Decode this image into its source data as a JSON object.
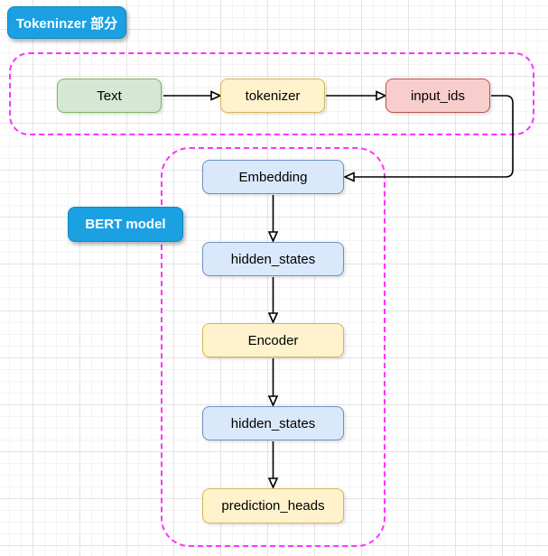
{
  "diagram": {
    "section_labels": {
      "tokenizer": {
        "label": "Tokeninzer 部分",
        "fill": "#1ba1e2",
        "text_color": "#ffffff"
      },
      "bert": {
        "label": "BERT model",
        "fill": "#1ba1e2",
        "text_color": "#ffffff"
      }
    },
    "containers": {
      "border_color": "#ff33ff",
      "style": "dashed"
    },
    "nodes": {
      "text": {
        "label": "Text",
        "fill": "#d5e8d4",
        "stroke": "#82b366"
      },
      "tokenizer": {
        "label": "tokenizer",
        "fill": "#fff2cc",
        "stroke": "#d6b656"
      },
      "input_ids": {
        "label": "input_ids",
        "fill": "#f8cecc",
        "stroke": "#b85450"
      },
      "embedding": {
        "label": "Embedding",
        "fill": "#dae8fc",
        "stroke": "#6c8ebf"
      },
      "hidden_states_1": {
        "label": "hidden_states",
        "fill": "#dae8fc",
        "stroke": "#6c8ebf"
      },
      "encoder": {
        "label": "Encoder",
        "fill": "#fff2cc",
        "stroke": "#d6b656"
      },
      "hidden_states_2": {
        "label": "hidden_states",
        "fill": "#dae8fc",
        "stroke": "#6c8ebf"
      },
      "prediction_heads": {
        "label": "prediction_heads",
        "fill": "#fff2cc",
        "stroke": "#d6b656"
      }
    },
    "edges": [
      {
        "from": "text",
        "to": "tokenizer"
      },
      {
        "from": "tokenizer",
        "to": "input_ids"
      },
      {
        "from": "input_ids",
        "to": "embedding",
        "routing": "right-down-left"
      },
      {
        "from": "embedding",
        "to": "hidden_states_1"
      },
      {
        "from": "hidden_states_1",
        "to": "encoder"
      },
      {
        "from": "encoder",
        "to": "hidden_states_2"
      },
      {
        "from": "hidden_states_2",
        "to": "prediction_heads"
      }
    ]
  }
}
